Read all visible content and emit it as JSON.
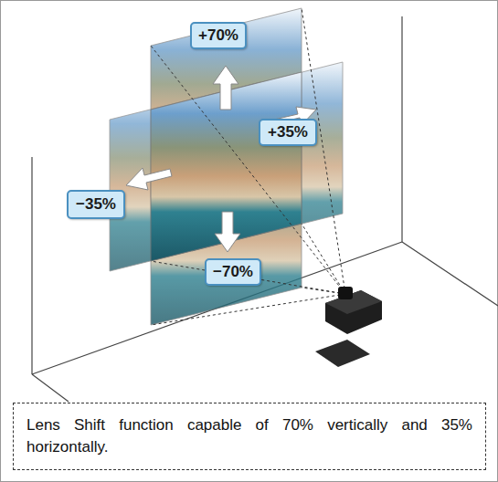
{
  "diagram": {
    "caption": "Lens Shift function capable of 70% vertically and 35% horizontally.",
    "nodes": [
      {
        "text": [
          "+70%"
        ]
      },
      {
        "text": [
          "+35%"
        ]
      },
      {
        "text": [
          "−35%"
        ]
      },
      {
        "text": [
          "−70%"
        ]
      }
    ]
  }
}
